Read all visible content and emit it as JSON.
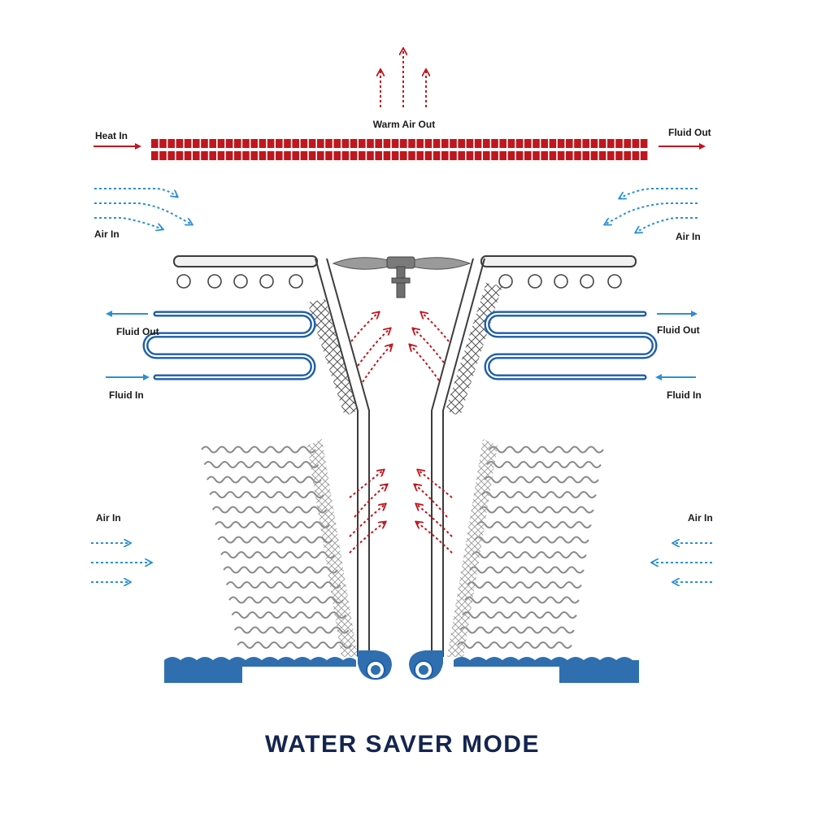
{
  "title": "WATER SAVER MODE",
  "labels": {
    "heat_in": "Heat In",
    "warm_air_out": "Warm Air Out",
    "fluid_out_top": "Fluid Out",
    "air_in_top_left": "Air In",
    "air_in_top_right": "Air In",
    "fluid_out_left": "Fluid Out",
    "fluid_in_left": "Fluid In",
    "fluid_out_right": "Fluid Out",
    "fluid_in_right": "Fluid In",
    "air_in_bottom_left": "Air In",
    "air_in_bottom_right": "Air In"
  },
  "colors": {
    "hot": "#c0161e",
    "air": "#2b8fd6",
    "coil": "#1c5ea8",
    "coil_dark": "#183c85",
    "water": "#2f6fb0",
    "title": "#13254f",
    "structure": "#4a4a4a",
    "fill_media": "#888888"
  }
}
